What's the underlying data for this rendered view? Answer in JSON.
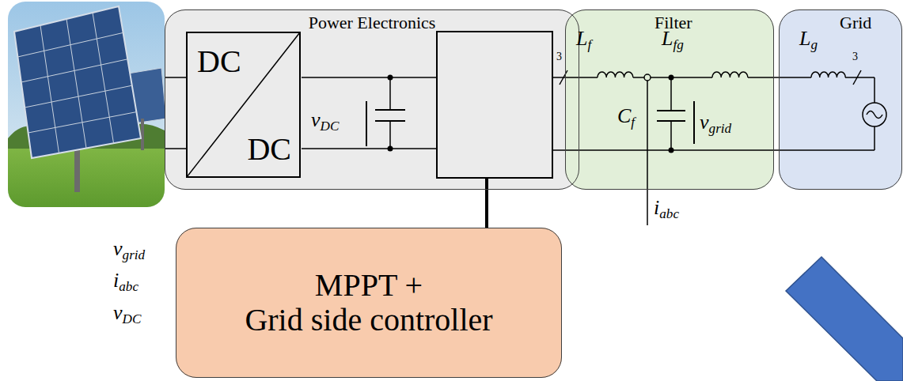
{
  "diagram": {
    "nodes": [
      {
        "text": [
          "Power Electronics"
        ]
      },
      {
        "text": [
          "DC",
          "DC"
        ],
        "in": 0
      },
      {
        "text": [
          "Filter"
        ]
      },
      {
        "text": [
          "Grid"
        ]
      },
      {
        "text": [
          "MPPT +",
          "Grid side controller"
        ]
      }
    ],
    "edges": [
      {
        "from": 0,
        "to": 4,
        "arrow": "none"
      }
    ],
    "labels": [
      "vDC",
      "Lf",
      "Cf",
      "Lfg",
      "vgrid",
      "Lg",
      "3",
      "3",
      "iabc",
      "vgrid",
      "iabc",
      "vDC"
    ]
  }
}
